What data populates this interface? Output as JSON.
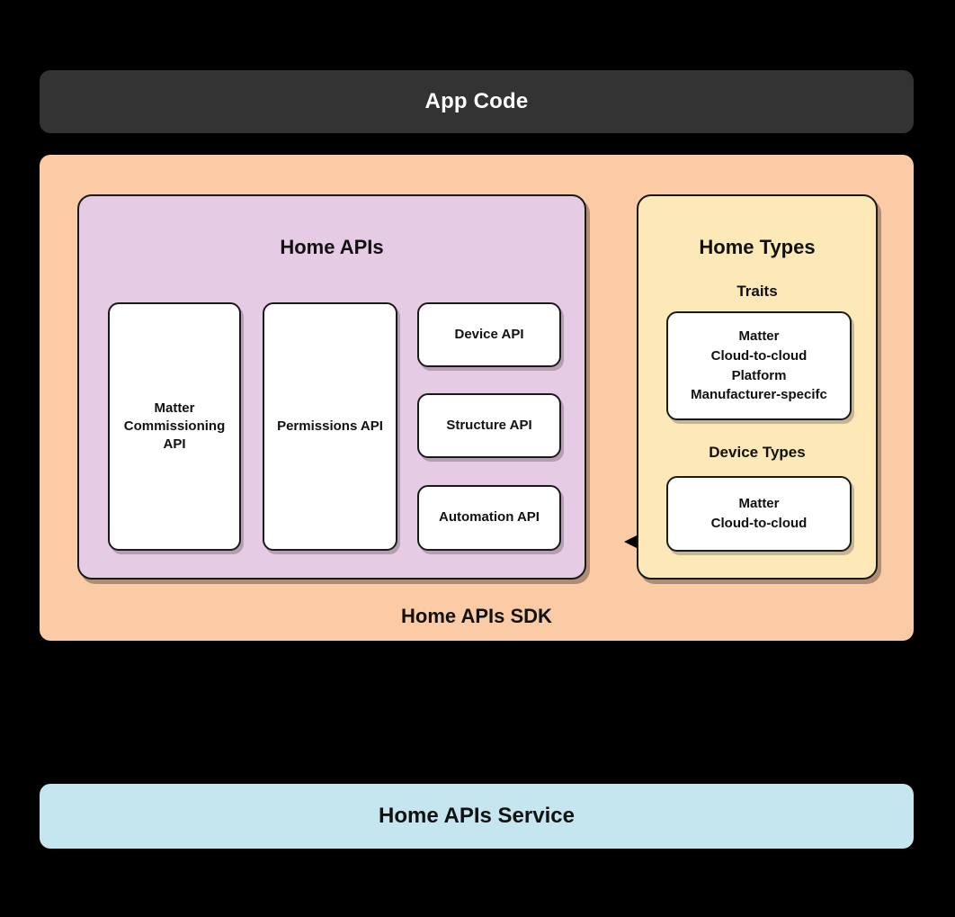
{
  "diagram": {
    "title": "Home APIs architecture",
    "colors": {
      "background": "#000000",
      "app_code": "#333333",
      "sdk_panel": "#fbcba6",
      "home_apis_panel": "#e6cbe5",
      "home_types_panel": "#fde9b8",
      "card": "#ffffff",
      "service_bar": "#c5e6ef",
      "stroke": "#1a1a1a"
    }
  },
  "app_code": {
    "label": "App Code"
  },
  "sdk": {
    "label": "Home APIs SDK"
  },
  "home_apis": {
    "title": "Home APIs",
    "cards": [
      {
        "name": "matter-commissioning-api",
        "lines": [
          "Matter",
          "Commissioning",
          "API"
        ]
      },
      {
        "name": "permissions-api",
        "lines": [
          "Permissions API"
        ]
      },
      {
        "name": "device-api",
        "lines": [
          "Device API"
        ]
      },
      {
        "name": "structure-api",
        "lines": [
          "Structure API"
        ]
      },
      {
        "name": "automation-api",
        "lines": [
          "Automation API"
        ]
      }
    ]
  },
  "home_types": {
    "title": "Home Types",
    "groups": [
      {
        "name": "traits",
        "heading": "Traits",
        "items": [
          "Matter",
          "Cloud-to-cloud",
          "Platform",
          "Manufacturer-specifc"
        ]
      },
      {
        "name": "device-types",
        "heading": "Device Types",
        "items": [
          "Matter",
          "Cloud-to-cloud"
        ]
      }
    ]
  },
  "connector": {
    "name": "bidirectional-arrow",
    "direction": "both"
  },
  "service": {
    "label": "Home APIs Service"
  }
}
